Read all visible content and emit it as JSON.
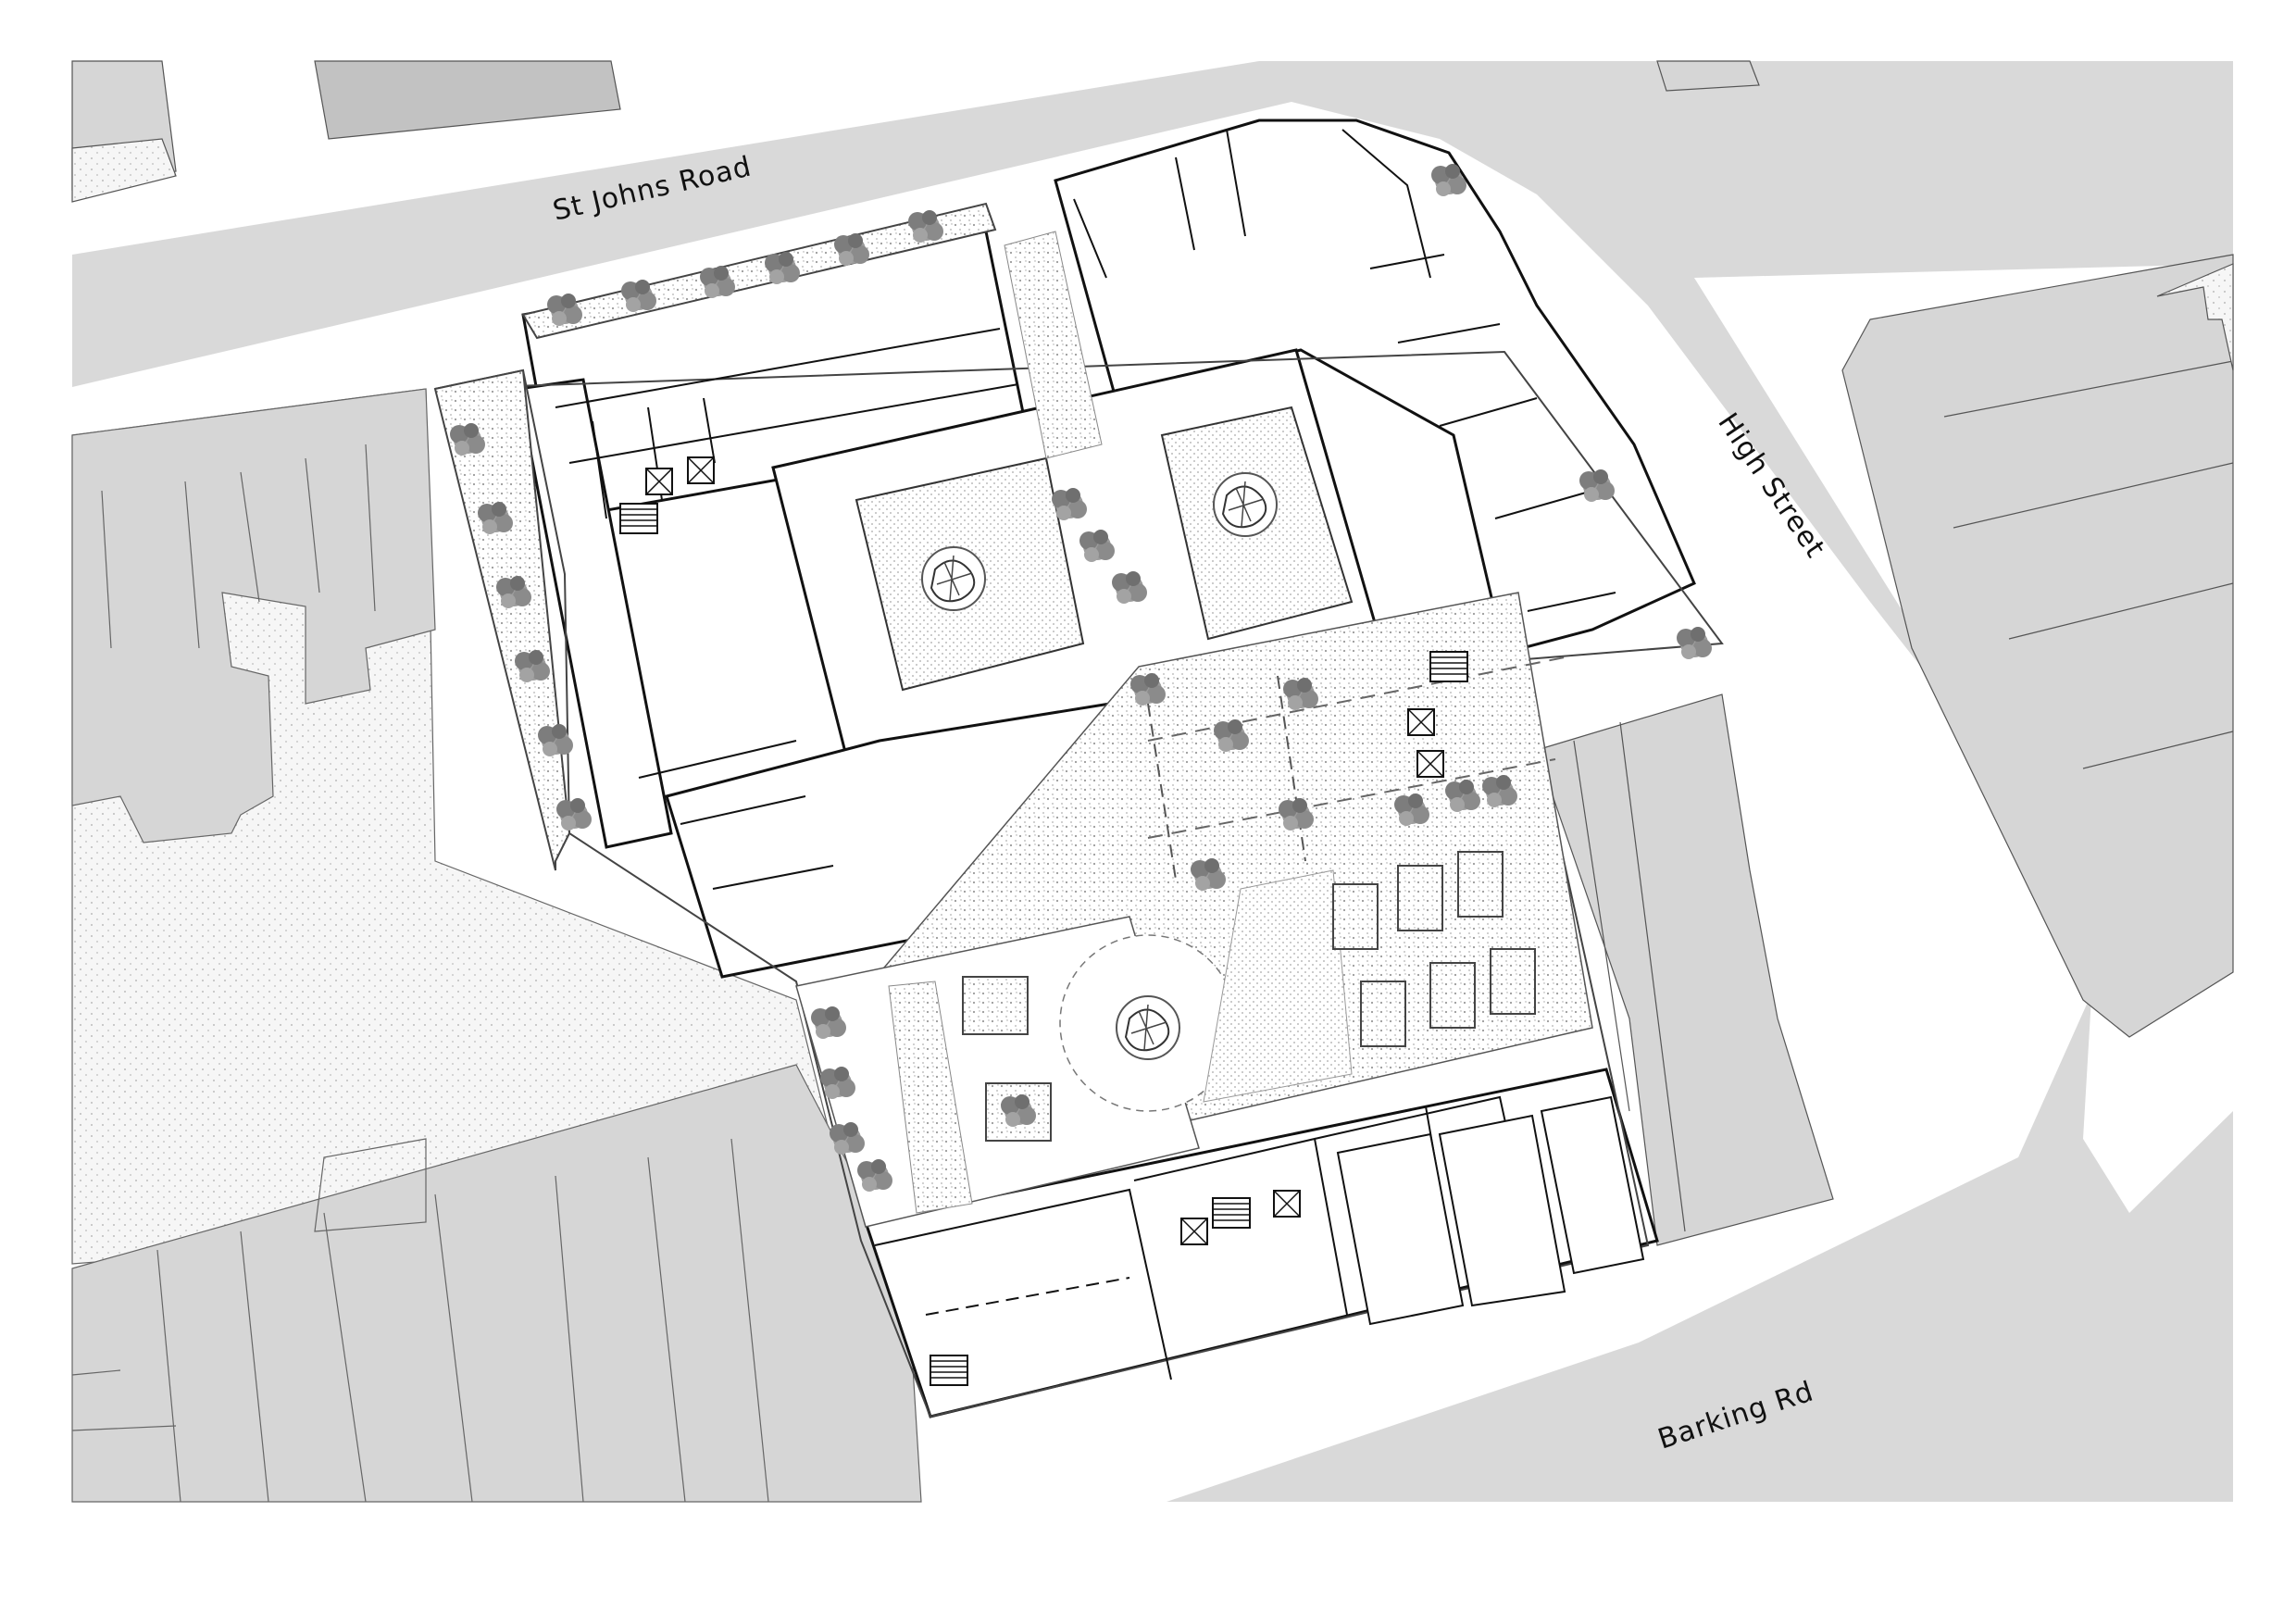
{
  "streets": {
    "st_johns_road": "St Johns Road",
    "high_street": "High Street",
    "barking_rd": "Barking Rd"
  },
  "colors": {
    "road": "#d9d9d9",
    "block": "#d6d6d6",
    "block_dark": "#b4b4b4",
    "stipple": "#f4f4f4",
    "building_line": "#1a1a1a",
    "tree": "#8a8a8a"
  },
  "icons": {
    "tree": "tree-icon",
    "stair": "stair-icon",
    "lift": "lift-icon",
    "door": "door-icon",
    "planter": "planter-icon"
  }
}
